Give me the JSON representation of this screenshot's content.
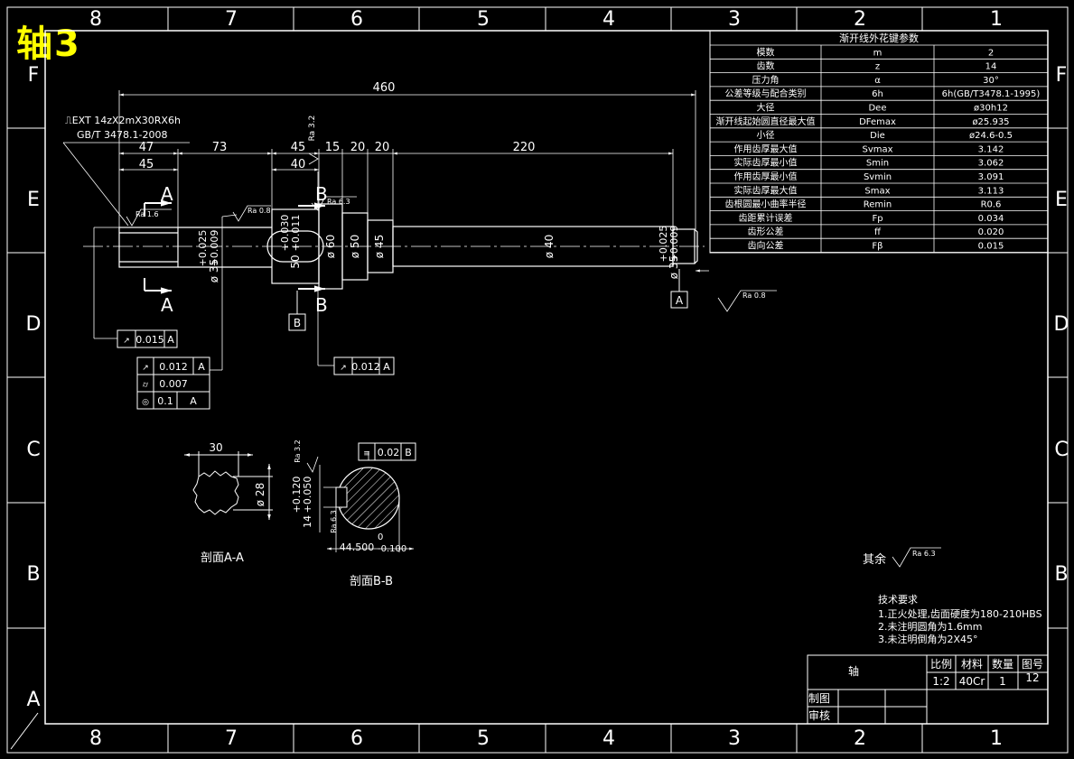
{
  "corner_title": "轴3",
  "border": {
    "columns": [
      "8",
      "7",
      "6",
      "5",
      "4",
      "3",
      "2",
      "1"
    ],
    "rows": [
      "F",
      "E",
      "D",
      "C",
      "B",
      "A"
    ]
  },
  "spline_callout": {
    "line1": "⎍EXT 14zX2mX30RX6h",
    "line2": "GB/T 3478.1-2008"
  },
  "dimensions": {
    "total": "460",
    "d47": "47",
    "d45a": "45",
    "d73": "73",
    "d45b": "45",
    "d40": "40",
    "d15": "15",
    "d20a": "20",
    "d20b": "20",
    "d220": "220",
    "tol_left": [
      "+0.025",
      "+0.009"
    ],
    "dia_left": "ø 35",
    "tol_key": [
      "+0.030",
      "+0.011"
    ],
    "dia_key": "50",
    "dia60": "ø 60",
    "dia50": "ø 50",
    "dia45": "ø 45",
    "dia40": "ø 40",
    "tol_right": [
      "+0.025",
      "+0.009"
    ],
    "dia_right": "ø 35",
    "ra32": "Ra 3.2",
    "ra63": "Ra 6.3",
    "ra16": "Ra 1.6",
    "ra08a": "Ra 0.8",
    "ra08b": "Ra 0.8"
  },
  "section_marks": {
    "a": "A",
    "b": "B"
  },
  "datum": {
    "b": "B",
    "a": "A"
  },
  "gdt": {
    "spline": {
      "val": "0.015",
      "ref": "A"
    },
    "left_journal": [
      {
        "val": "0.012",
        "ref": "A"
      },
      {
        "val": "0.007",
        "ref": ""
      },
      {
        "val": "0.1",
        "ref": "A"
      }
    ],
    "key_section": {
      "val": "0.012",
      "ref": "A"
    },
    "sectionB_sym": {
      "val": "0.02",
      "ref": "B"
    }
  },
  "section_aa": {
    "width": "30",
    "dia": "ø 28",
    "title": "剖面A-A"
  },
  "section_bb": {
    "ra": "Ra 3.2",
    "tol": [
      "+0.120",
      "+0.050"
    ],
    "w": "14",
    "ra63": "Ra 6.3",
    "depth": "44.500",
    "dtol": [
      "0",
      "-0.100"
    ],
    "title": "剖面B-B"
  },
  "spline_table": {
    "title": "渐开线外花键参数",
    "rows": [
      [
        "模数",
        "m",
        "2"
      ],
      [
        "齿数",
        "z",
        "14"
      ],
      [
        "压力角",
        "α",
        "30°"
      ],
      [
        "公差等级与配合类别",
        "6h",
        "6h(GB/T3478.1-1995)"
      ],
      [
        "大径",
        "Dee",
        "ø30h12"
      ],
      [
        "渐开线起始圆直径最大值",
        "DFemax",
        "ø25.935"
      ],
      [
        "小径",
        "Die",
        "ø24.6-0.5"
      ],
      [
        "作用齿厚最大值",
        "Svmax",
        "3.142"
      ],
      [
        "实际齿厚最小值",
        "Smin",
        "3.062"
      ],
      [
        "作用齿厚最小值",
        "Svmin",
        "3.091"
      ],
      [
        "实际齿厚最大值",
        "Smax",
        "3.113"
      ],
      [
        "齿根圆最小曲率半径",
        "Remin",
        "R0.6"
      ],
      [
        "齿距累计误差",
        "Fp",
        "0.034"
      ],
      [
        "齿形公差",
        "ff",
        "0.020"
      ],
      [
        "齿向公差",
        "Fβ",
        "0.015"
      ]
    ]
  },
  "other_roughness": {
    "label": "其余",
    "ra": "Ra 6.3"
  },
  "technical_requirements": {
    "title": "技术要求",
    "items": [
      "1.正火处理,齿面硬度为180-210HBS",
      "2.未注明圆角为1.6mm",
      "3.未注明倒角为2X45°"
    ]
  },
  "title_block": {
    "part": "轴",
    "scale_label": "比例",
    "material_label": "材料",
    "qty_label": "数量",
    "drawing_label": "图号",
    "scale": "1:2",
    "material": "40Cr",
    "qty": "1",
    "drawing_no": "12",
    "drawn": "制图",
    "checked": "审核"
  }
}
